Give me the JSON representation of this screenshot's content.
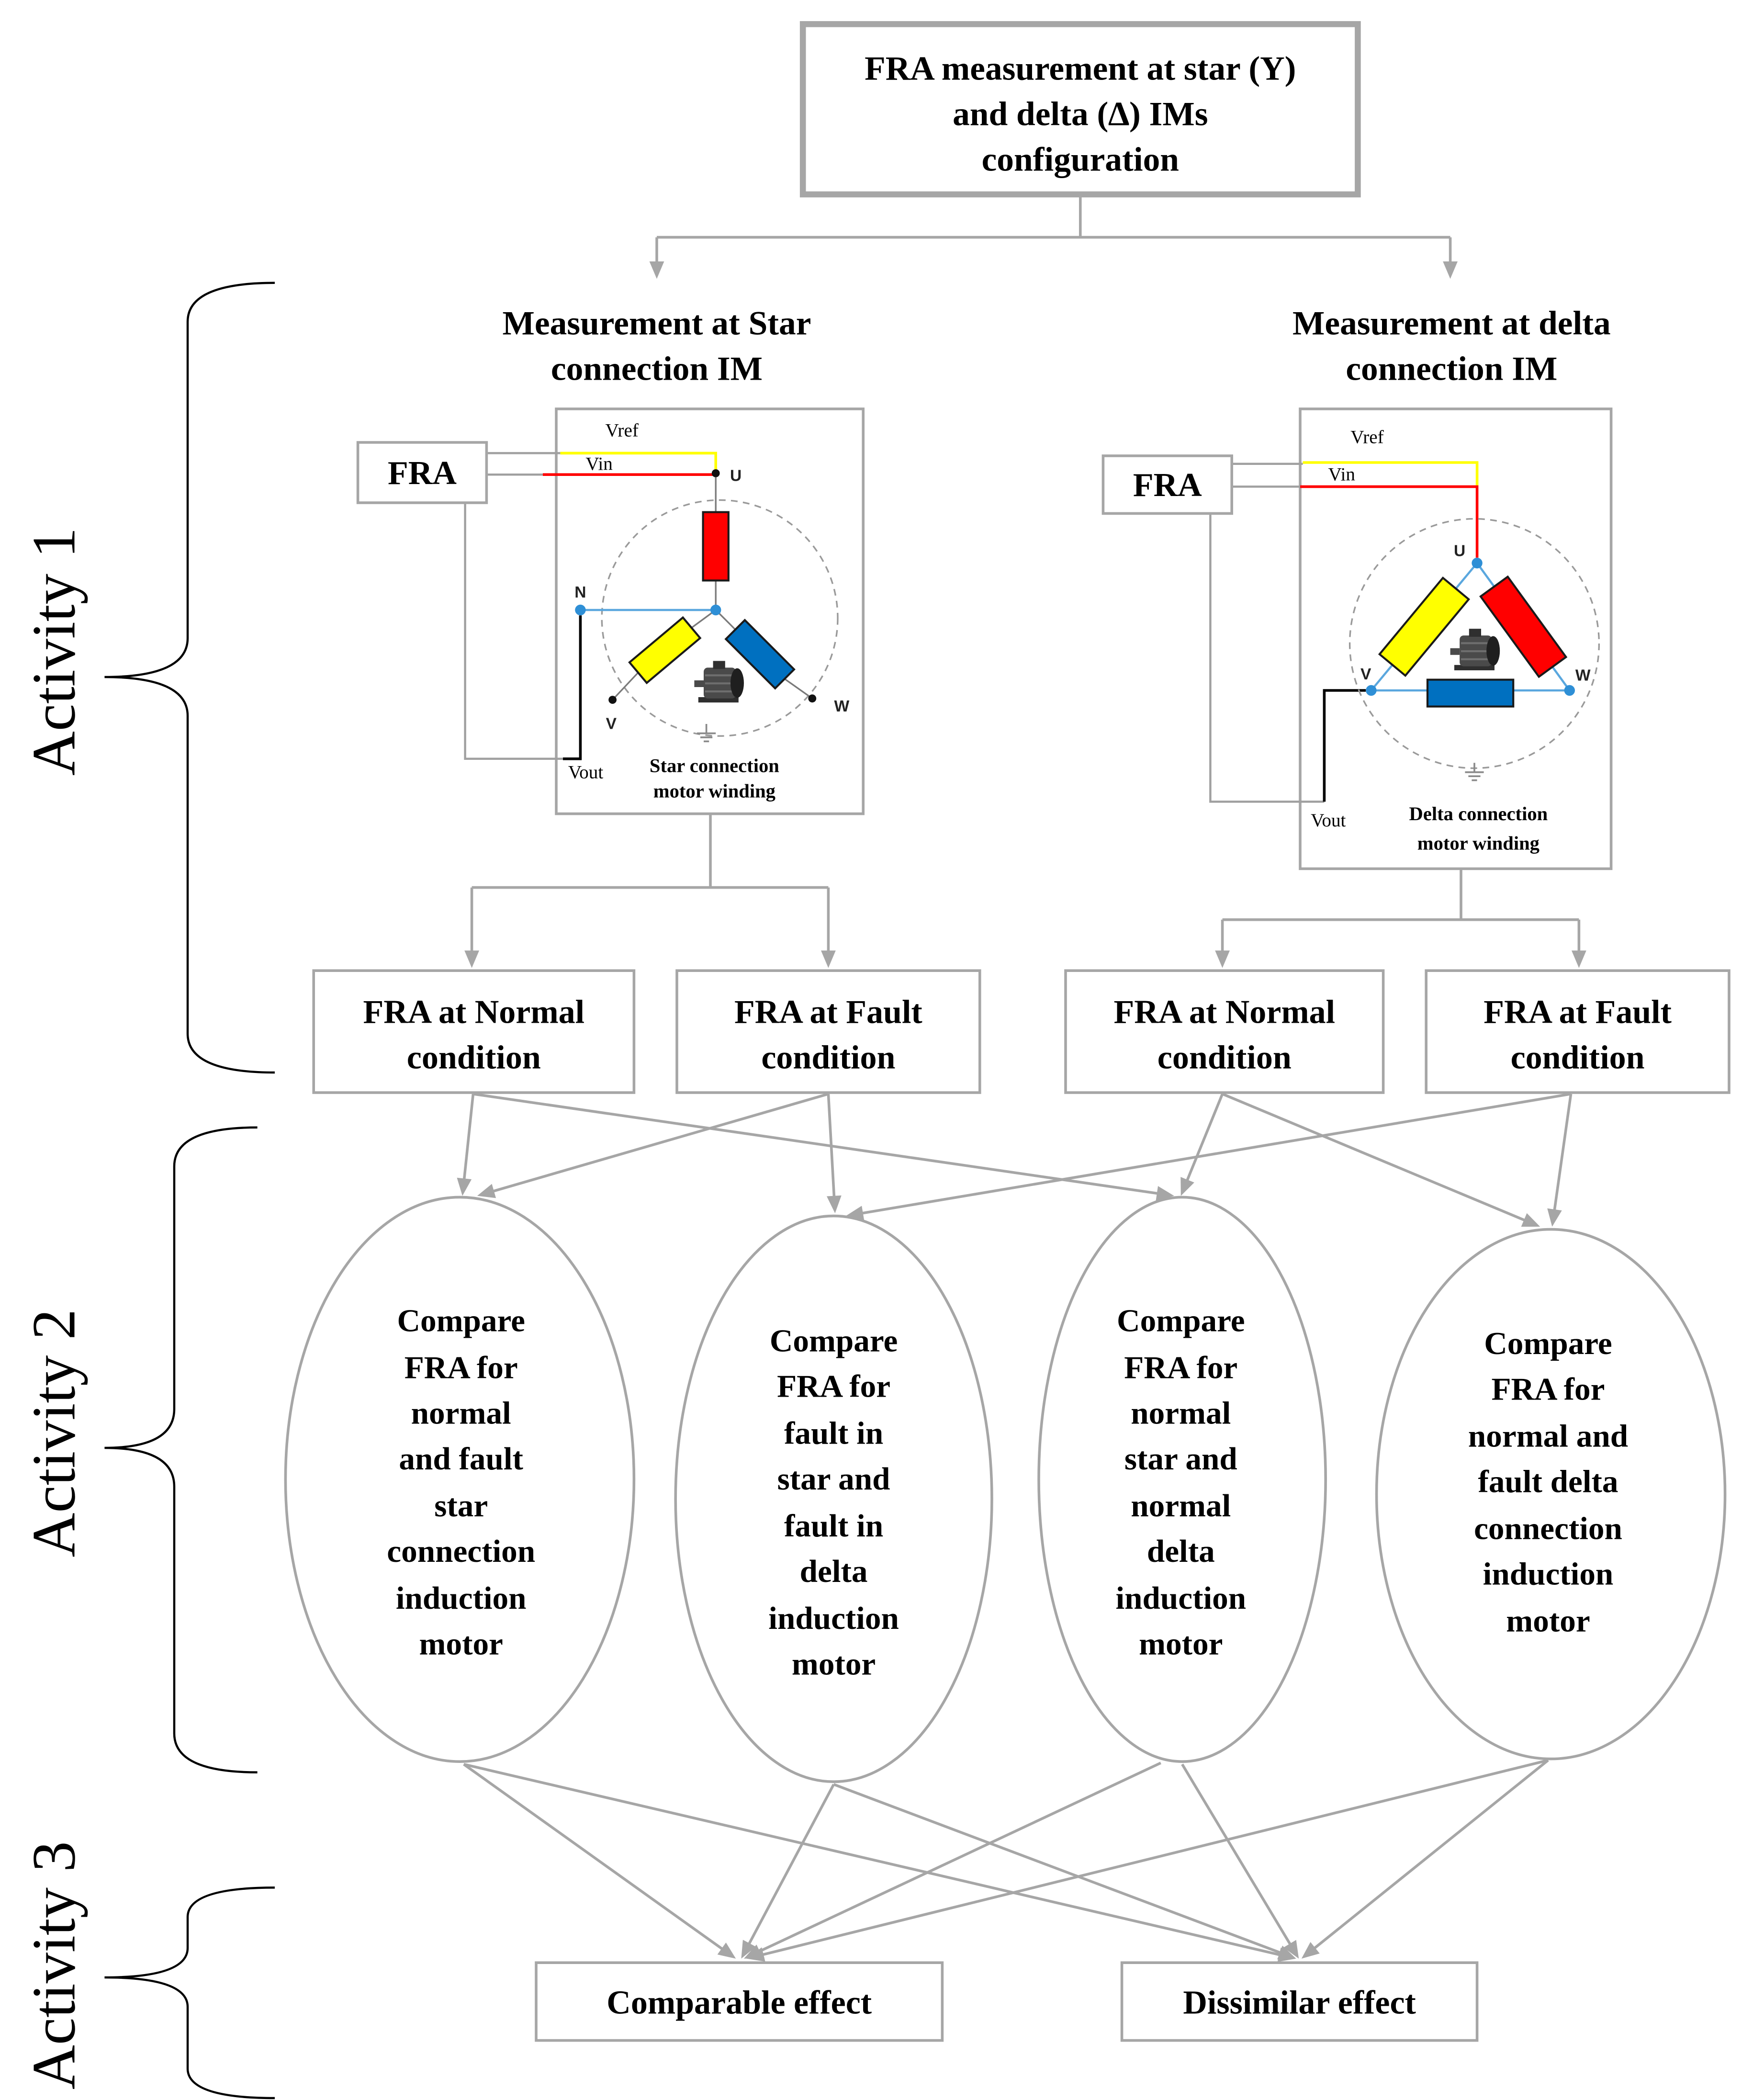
{
  "title": {
    "lines": [
      "FRA measurement at star (Y)",
      "and delta (∆) IMs",
      "configuration"
    ]
  },
  "activities": [
    "Activity 1",
    "Activity 2",
    "Activity 3"
  ],
  "star_branch": {
    "heading": [
      "Measurement at Star",
      "connection IM"
    ],
    "analyzer_label": "FRA",
    "wire_labels": {
      "vref": "Vref",
      "vin": "Vin",
      "vout": "Vout"
    },
    "nodes": {
      "u": "U",
      "n": "N",
      "v": "V",
      "w": "W"
    },
    "caption": [
      "Star connection",
      "motor winding"
    ]
  },
  "delta_branch": {
    "heading": [
      "Measurement at delta",
      "connection IM"
    ],
    "analyzer_label": "FRA",
    "wire_labels": {
      "vref": "Vref",
      "vin": "Vin",
      "vout": "Vout"
    },
    "nodes": {
      "u": "U",
      "v": "V",
      "w": "W"
    },
    "caption": [
      "Delta connection",
      "motor winding"
    ]
  },
  "conditions": [
    {
      "lines": [
        "FRA at Normal",
        "condition"
      ]
    },
    {
      "lines": [
        "FRA at Fault",
        "condition"
      ]
    },
    {
      "lines": [
        "FRA at Normal",
        "condition"
      ]
    },
    {
      "lines": [
        "FRA at Fault",
        "condition"
      ]
    }
  ],
  "comparisons": [
    {
      "lines": [
        "Compare",
        "FRA for",
        "normal",
        "and fault",
        "star",
        "connection",
        "induction",
        "motor"
      ]
    },
    {
      "lines": [
        "Compare",
        "FRA for",
        "fault in",
        "star and",
        "fault in",
        "delta",
        "induction",
        "motor"
      ]
    },
    {
      "lines": [
        "Compare",
        "FRA for",
        "normal",
        "star and",
        "normal",
        "delta",
        "induction",
        "motor"
      ]
    },
    {
      "lines": [
        "Compare",
        "FRA for",
        "normal and",
        "fault delta",
        "connection",
        "induction",
        "motor"
      ]
    }
  ],
  "outcomes": [
    "Comparable effect",
    "Dissimilar effect"
  ],
  "colors": {
    "vref_wire": "#ffff00",
    "vin_wire": "#ff0000",
    "vout_wire": "#000000",
    "winding_red": "#ff0000",
    "winding_yellow": "#ffff00",
    "winding_blue": "#0070c0",
    "node_blue": "#2e8fd6",
    "terminal_black": "#111111"
  },
  "icons": {
    "motor": "motor-icon",
    "ground": "ground-icon"
  }
}
